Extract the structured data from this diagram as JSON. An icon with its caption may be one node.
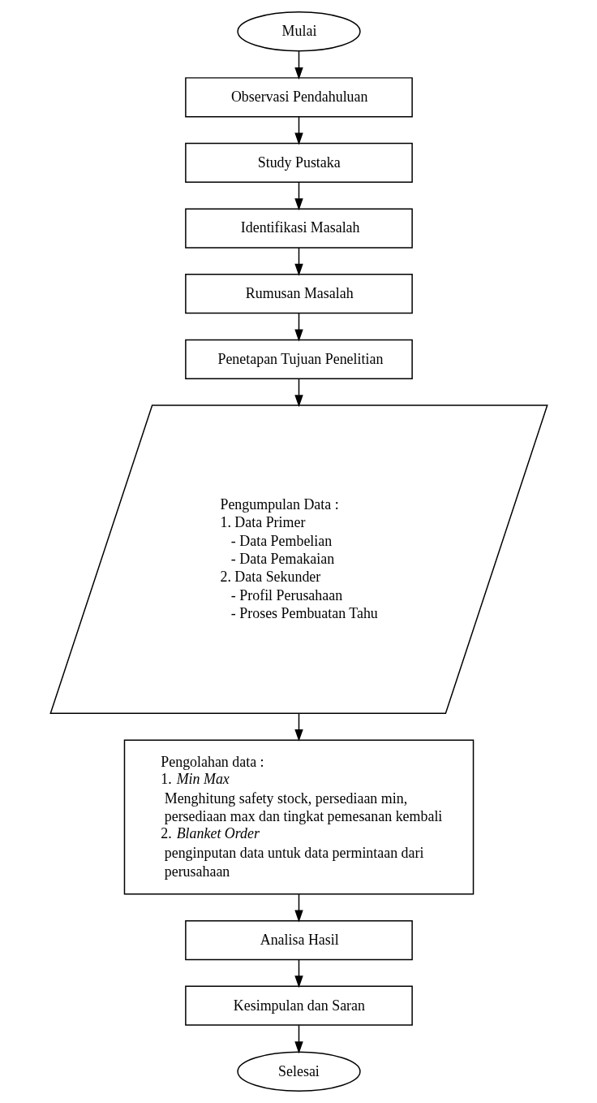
{
  "diagram": {
    "nodes": [
      {
        "text": [
          "Mulai"
        ]
      },
      {
        "text": [
          "Observasi Pendahuluan"
        ]
      },
      {
        "text": [
          "Study Pustaka"
        ]
      },
      {
        "text": [
          "Identifikasi Masalah"
        ]
      },
      {
        "text": [
          "Rumusan Masalah"
        ]
      },
      {
        "text": [
          "Penetapan Tujuan Penelitian"
        ]
      },
      {
        "text": [
          "Pengumpulan Data :",
          "1. Data Primer",
          "- Data Pembelian",
          "- Data Pemakaian",
          "2. Data Sekunder",
          "- Profil Perusahaan",
          "- Proses Pembuatan Tahu"
        ]
      },
      {
        "text": [
          "Pengolahan data :",
          "1. *Min Max*",
          "Menghitung safety stock, persediaan min, persediaan max dan tingkat pemesanan kembali",
          "2. *Blanket Order*",
          "penginputan data untuk data permintaan dari perusahaan"
        ]
      },
      {
        "text": [
          "Analisa Hasil"
        ]
      },
      {
        "text": [
          "Kesimpulan dan Saran"
        ]
      },
      {
        "text": [
          "Selesai"
        ]
      }
    ],
    "edges": [
      {
        "from": 0,
        "to": 1,
        "arrow": "to"
      },
      {
        "from": 1,
        "to": 2,
        "arrow": "to"
      },
      {
        "from": 2,
        "to": 3,
        "arrow": "to"
      },
      {
        "from": 3,
        "to": 4,
        "arrow": "to"
      },
      {
        "from": 4,
        "to": 5,
        "arrow": "to"
      },
      {
        "from": 5,
        "to": 6,
        "arrow": "to"
      },
      {
        "from": 6,
        "to": 7,
        "arrow": "to"
      },
      {
        "from": 7,
        "to": 8,
        "arrow": "to"
      },
      {
        "from": 8,
        "to": 9,
        "arrow": "to"
      },
      {
        "from": 9,
        "to": 10,
        "arrow": "to"
      }
    ]
  }
}
